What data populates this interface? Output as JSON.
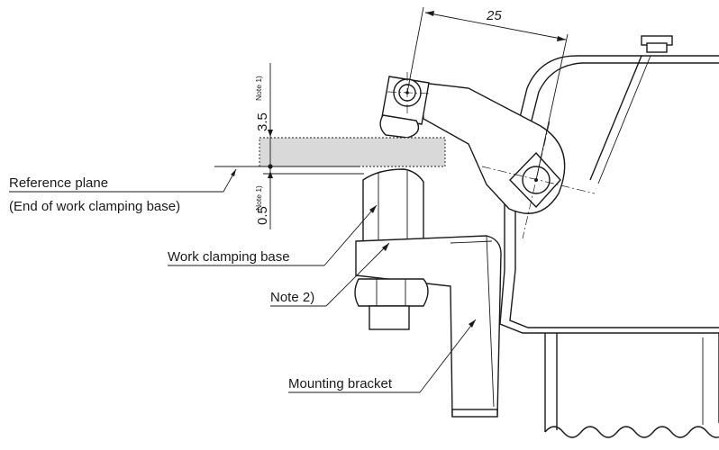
{
  "labels": {
    "reference_plane_line1": "Reference plane",
    "reference_plane_line2": "(End of work clamping base)",
    "work_clamping_base": "Work clamping base",
    "note2": "Note 2)",
    "mounting_bracket": "Mounting bracket"
  },
  "dimensions": {
    "arm_length": "25",
    "upper_offset": "3.5",
    "lower_offset": "0.5",
    "note1": "Note 1)"
  }
}
